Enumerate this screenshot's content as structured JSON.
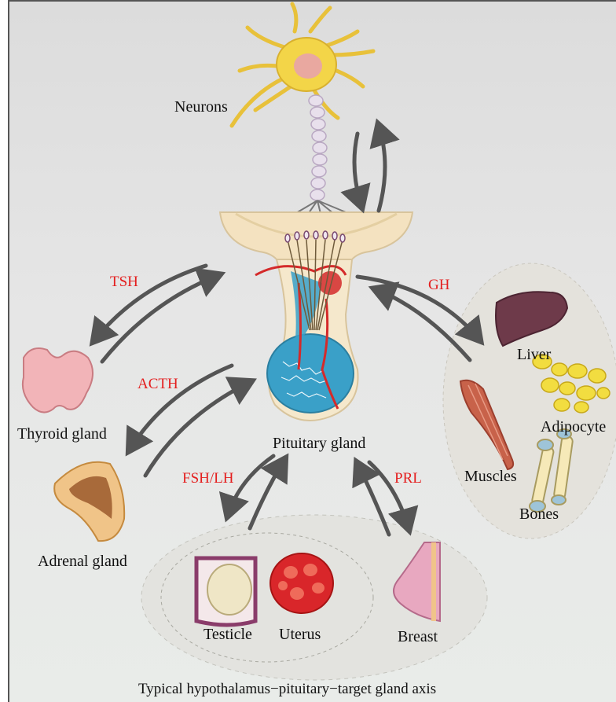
{
  "labels": {
    "neurons": "Neurons",
    "pituitary": "Pituitary gland",
    "thyroid": "Thyroid gland",
    "adrenal": "Adrenal gland",
    "liver": "Liver",
    "adipocyte": "Adipocyte",
    "muscles": "Muscles",
    "bones": "Bones",
    "testicle": "Testicle",
    "uterus": "Uterus",
    "breast": "Breast"
  },
  "hormones": {
    "tsh": "TSH",
    "acth": "ACTH",
    "gh": "GH",
    "fsh_lh": "FSH/LH",
    "prl": "PRL"
  },
  "caption": "Typical hypothalamus−pituitary−target gland axis",
  "colors": {
    "hormone_text": "#e41e1e",
    "arrow": "#555555",
    "neuron": "#f3d548",
    "liver": "#6e3a4a",
    "thyroid": "#f2b4b8",
    "adrenal": "#a86a3a",
    "uterus": "#d9262a",
    "blood_blue": "#3aa0c8",
    "blood_red": "#d42a2a"
  }
}
